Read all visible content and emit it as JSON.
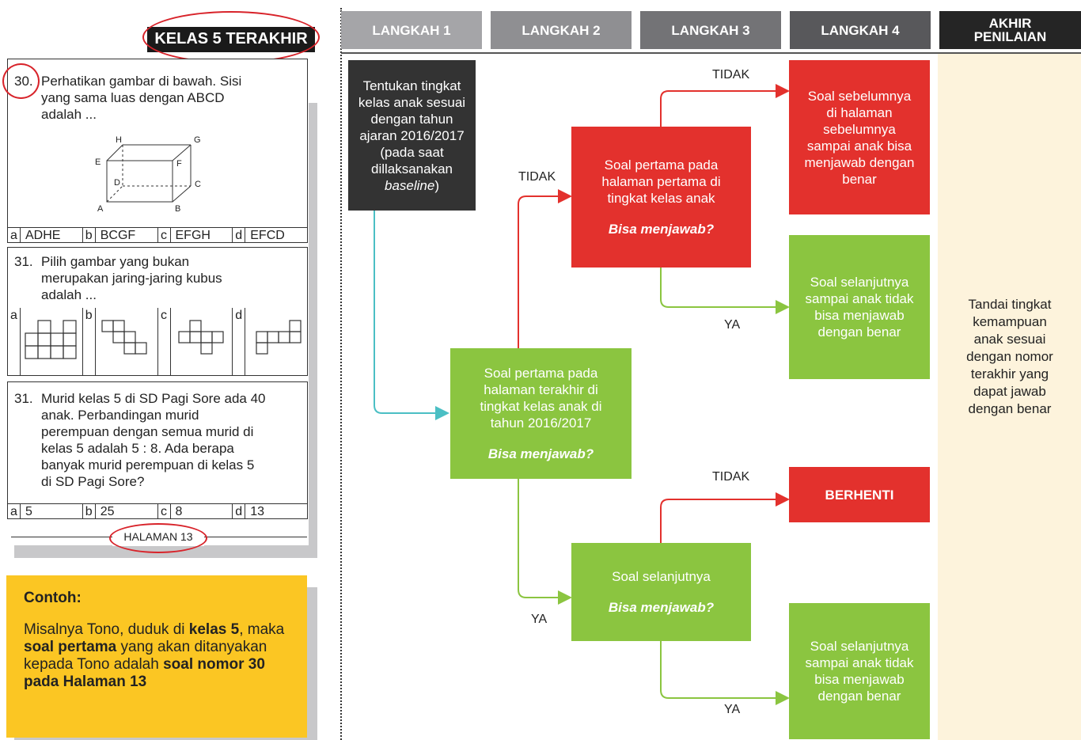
{
  "header": {
    "class_label": "KELAS 5 TERAKHIR",
    "steps": [
      "LANGKAH 1",
      "LANGKAH 2",
      "LANGKAH 3",
      "LANGKAH 4",
      "AKHIR PENILAIAN"
    ]
  },
  "questions": {
    "q30": {
      "number": "30.",
      "line1": "Perhatikan gambar di bawah. Sisi",
      "line2": "yang sama luas dengan ABCD",
      "line3": "adalah ...",
      "vertices": [
        "H",
        "G",
        "E",
        "F",
        "D",
        "C",
        "A",
        "B"
      ],
      "options": [
        {
          "letter": "a",
          "value": "ADHE"
        },
        {
          "letter": "b",
          "value": "BCGF"
        },
        {
          "letter": "c",
          "value": "EFGH"
        },
        {
          "letter": "d",
          "value": "EFCD"
        }
      ]
    },
    "q31a": {
      "number": "31.",
      "line1": "Pilih gambar  yang bukan",
      "line2": "merupakan jaring-jaring kubus",
      "line3": "adalah ...",
      "options": [
        "a",
        "b",
        "c",
        "d"
      ]
    },
    "q31b": {
      "number": "31.",
      "line1": "Murid kelas 5 di SD Pagi Sore ada 40",
      "line2": "anak. Perbandingan murid",
      "line3": "perempuan dengan semua murid di",
      "line4": "kelas 5 adalah 5 : 8. Ada berapa",
      "line5": "banyak murid perempuan di kelas 5",
      "line6": "di SD Pagi Sore?",
      "options": [
        {
          "letter": "a",
          "value": "5"
        },
        {
          "letter": "b",
          "value": "25"
        },
        {
          "letter": "c",
          "value": "8"
        },
        {
          "letter": "d",
          "value": "13"
        }
      ]
    },
    "page_label": "HALAMAN 13"
  },
  "example": {
    "title": "Contoh:",
    "p1": "Misalnya Tono, duduk di ",
    "b1": "kelas 5",
    "p2": ", maka ",
    "b2": "soal pertama",
    "p3": " yang akan ditanyakan kepada Tono adalah ",
    "b3": "soal nomor 30 pada Halaman 13"
  },
  "flow": {
    "step1_box": {
      "l1": "Tentukan tingkat",
      "l2": "kelas anak sesuai",
      "l3": "dengan tahun",
      "l4": "ajaran 2016/2017",
      "l5": "(pada saat",
      "l6": "dillaksanakan",
      "l7a": "baseline",
      "l7b": ")"
    },
    "step2_box": {
      "l1": "Soal pertama pada",
      "l2": "halaman terakhir di",
      "l3": "tingkat kelas anak di",
      "l4": "tahun 2016/2017",
      "q": "Bisa menjawab?"
    },
    "step3_top": {
      "l1": "Soal pertama pada",
      "l2": "halaman pertama di",
      "l3": "tingkat kelas anak",
      "q": "Bisa menjawab?"
    },
    "step3_bottom": {
      "l1": "Soal selanjutnya",
      "q": "Bisa menjawab?"
    },
    "step4_prev": {
      "l1": "Soal sebelumnya",
      "l2": "di halaman",
      "l3": "sebelumnya",
      "l4": "sampai anak bisa",
      "l5": "menjawab dengan",
      "l6": "benar"
    },
    "step4_next1": {
      "l1": "Soal selanjutnya",
      "l2": "sampai anak tidak",
      "l3": "bisa menjawab",
      "l4": "dengan benar"
    },
    "step4_stop": "BERHENTI",
    "step4_next2": {
      "l1": "Soal selanjutnya",
      "l2": "sampai anak tidak",
      "l3": "bisa menjawab",
      "l4": "dengan benar"
    },
    "final": {
      "l1": "Tandai tingkat",
      "l2": "kemampuan",
      "l3": "anak sesuai",
      "l4": "dengan nomor",
      "l5": "terakhir yang",
      "l6": "dapat jawab",
      "l7": "dengan benar"
    },
    "labels": {
      "tidak": "TIDAK",
      "ya": "YA"
    },
    "colors": {
      "red": "#e3312d",
      "green": "#8bc540",
      "teal": "#4bbfc4",
      "dark": "#333333",
      "yellow": "#fbc623",
      "cream": "#fdf3dc"
    }
  }
}
